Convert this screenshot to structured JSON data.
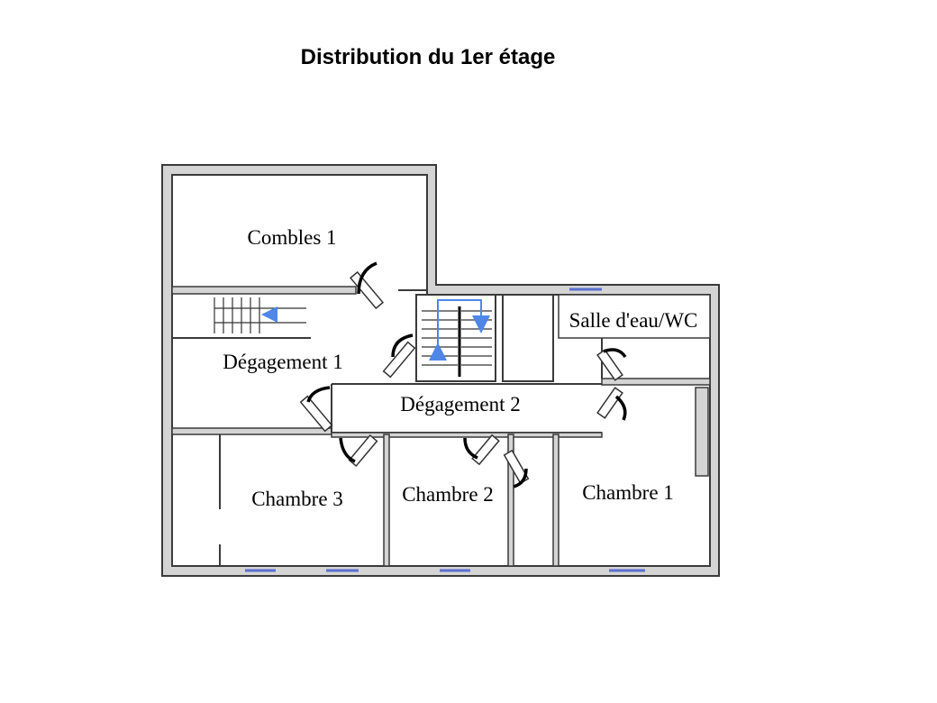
{
  "title": "Distribution du 1er étage",
  "rooms": {
    "combles_1": "Combles 1",
    "degagement_1": "Dégagement 1",
    "degagement_2": "Dégagement 2",
    "salle_deau_wc": "Salle d'eau/WC",
    "chambre_1": "Chambre 1",
    "chambre_2": "Chambre 2",
    "chambre_3": "Chambre 3"
  },
  "colors": {
    "wall_fill": "#d4d4d4",
    "wall_stroke": "#3a3a3a",
    "window": "#5a6fd0",
    "stair_arrow": "#4f86e8",
    "door_swing": "#000000"
  }
}
